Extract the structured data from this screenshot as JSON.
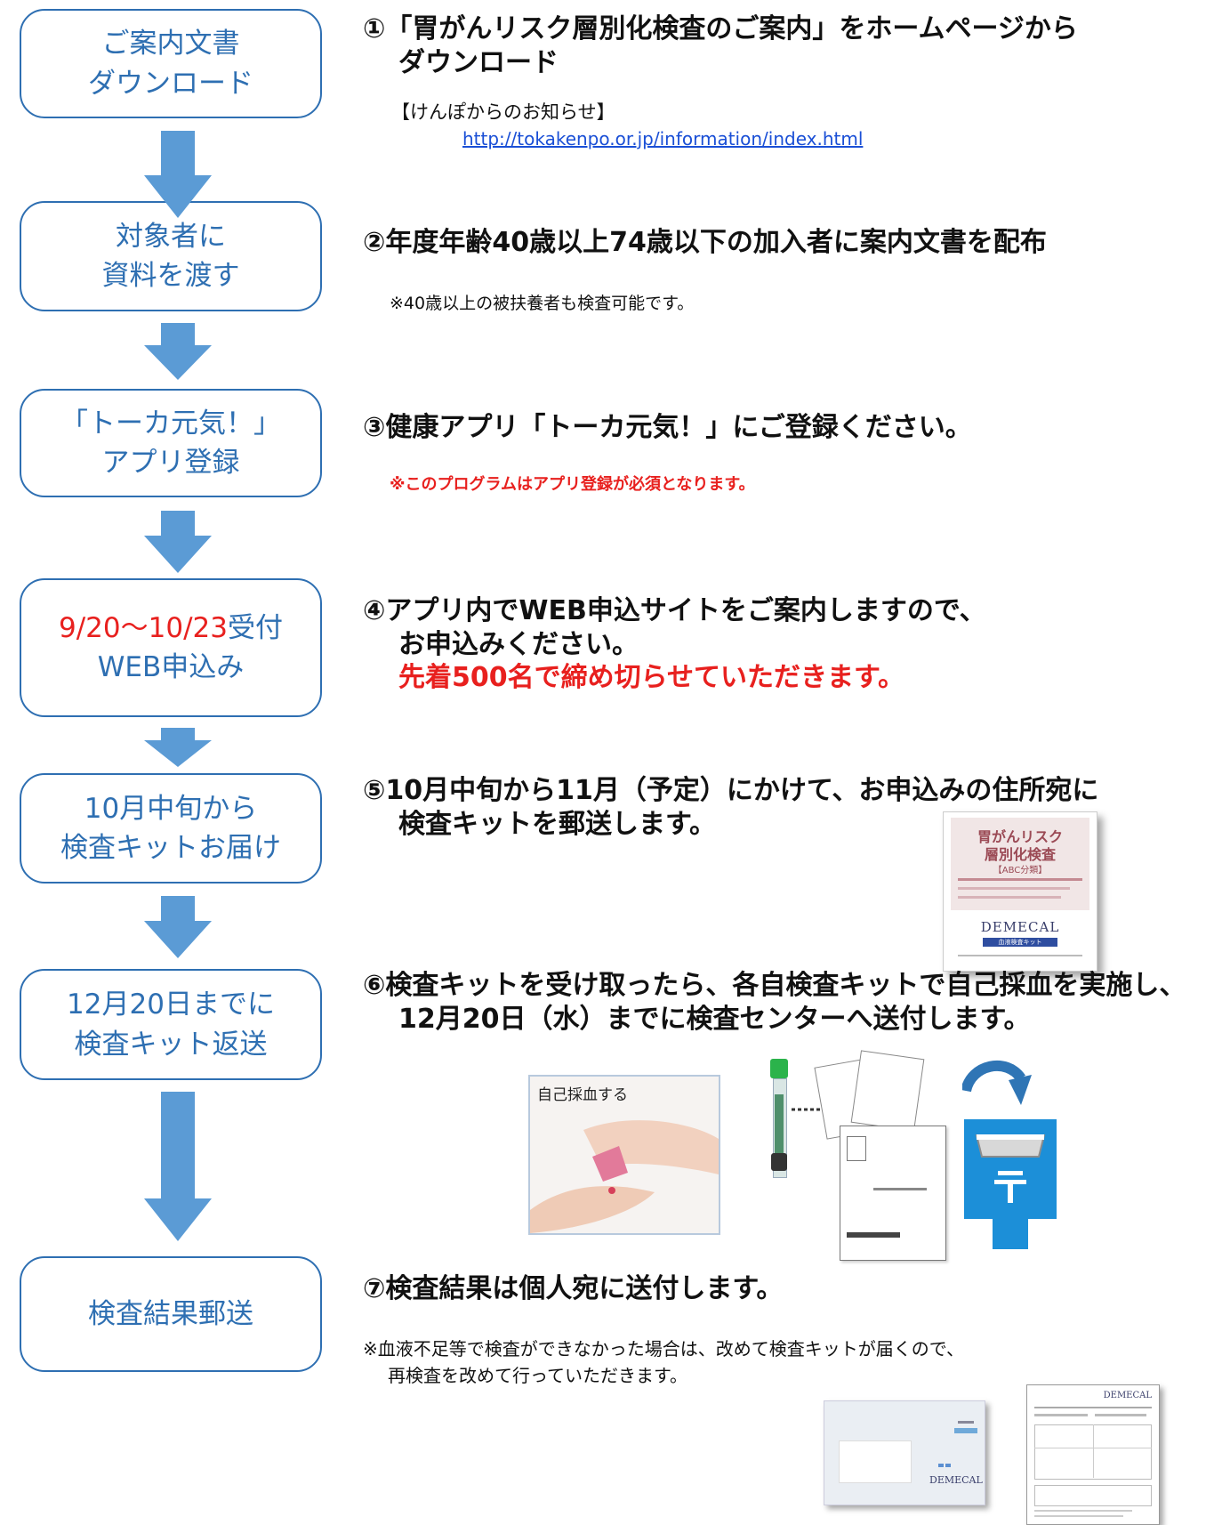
{
  "steps": [
    {
      "line1": "ご案内文書",
      "line2": "ダウンロード"
    },
    {
      "line1": "対象者に",
      "line2": "資料を渡す"
    },
    {
      "line1": "「トーカ元気！」",
      "line2": "アプリ登録"
    },
    {
      "line1_red": "9/20～10/23",
      "line1_blue": "受付",
      "line2": "WEB申込み"
    },
    {
      "line1": "10月中旬から",
      "line2": "検査キットお届け"
    },
    {
      "line1": "12月20日までに",
      "line2": "検査キット返送"
    },
    {
      "line1": "検査結果郵送"
    }
  ],
  "s1": {
    "heading1": "①「胃がんリスク層別化検査のご案内」をホームページから",
    "heading2": "ダウンロード",
    "notice_label": "【けんぽからのお知らせ】",
    "url": "http://tokakenpo.or.jp/information/index.html"
  },
  "s2": {
    "heading": "②年度年齢40歳以上74歳以下の加入者に案内文書を配布",
    "note": "※40歳以上の被扶養者も検査可能です。"
  },
  "s3": {
    "heading": "③健康アプリ「トーカ元気！」にご登録ください。",
    "note": "※このプログラムはアプリ登録が必須となります。"
  },
  "s4": {
    "heading1": "④アプリ内でWEB申込サイトをご案内しますので、",
    "heading2": "お申込みください。",
    "heading3": "先着500名で締め切らせていただきます。"
  },
  "s5": {
    "heading1": "⑤10月中旬から11月（予定）にかけて、お申込みの住所宛に",
    "heading2": "検査キットを郵送します。",
    "kit_title1": "胃がんリスク",
    "kit_title2": "層別化検査",
    "kit_sub": "【ABC分類】",
    "kit_brand": "DEMECAL",
    "kit_band": "血液検査キット"
  },
  "s6": {
    "heading1": "⑥検査キットを受け取ったら、各自検査キットで自己採血を実施し、",
    "heading2": "12月20日（水）までに検査センターへ送付します。",
    "photo_caption": "自己採血する"
  },
  "s7": {
    "heading": "⑦検査結果は個人宛に送付します。",
    "note1": "※血液不足等で検査ができなかった場合は、改めて検査キットが届くので、",
    "note2": "再検査を改めて行っていただきます。",
    "envelope_brand": "DEMECAL",
    "report_brand": "DEMECAL"
  },
  "colors": {
    "box_border": "#2E6FB2",
    "arrow": "#5B9BD5",
    "accent_red": "#E8201E",
    "postbox": "#1C8FD8"
  }
}
